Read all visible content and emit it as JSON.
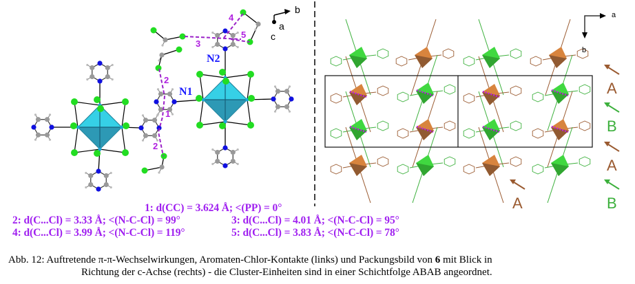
{
  "figure": {
    "left_panel": {
      "atom_labels": [
        "N1",
        "N2"
      ],
      "contact_numbers": [
        "1",
        "2",
        "2",
        "3",
        "4",
        "5"
      ],
      "axes": {
        "x": "b",
        "y": "a",
        "z": "c"
      }
    },
    "right_panel": {
      "axes": {
        "x": "a",
        "y": "b"
      },
      "layer_labels": [
        "A",
        "B",
        "A",
        "B",
        "A"
      ]
    },
    "contacts": [
      "1: d(CC) = 3.624 Å; <(PP) = 0°",
      "2: d(C...Cl) = 3.33 Å; <(N-C-Cl) = 99°",
      "3: d(C...Cl) = 4.01 Å; <(N-C-Cl) = 95°",
      "4: d(C...Cl) = 3.99 Å; <(N-C-Cl) = 119°",
      "5: d(C...Cl) = 3.83 Å; <(N-C-Cl) = 78°"
    ],
    "caption": {
      "prefix": "Abb. 12: Auftretende π-π-Wechselwirkungen, Aromaten-Chlor-Kontakte (links) und Packungsbild von ",
      "compound": "6",
      "suffix": " mit Blick in",
      "line2": "Richtung der c-Achse (rechts) - die Cluster-Einheiten sind in einer Schichtfolge ABAB angeordnet."
    },
    "colors": {
      "contact": "#a020f0",
      "label_blue": "#1a1aff",
      "chlorine": "#22dd22",
      "nitrogen": "#1010e0",
      "carbon": "#999999",
      "cluster": "#2aaac8",
      "layer_a": "#9a5a30",
      "layer_b": "#3cb03c"
    }
  }
}
